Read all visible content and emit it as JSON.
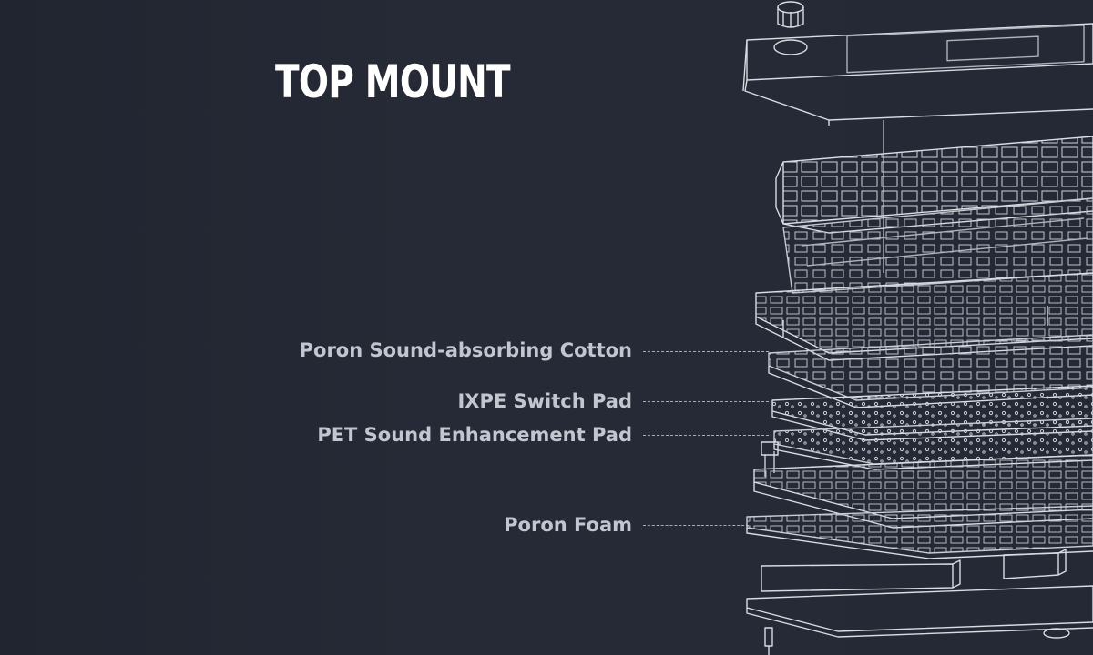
{
  "header": {
    "title": "TOP MOUNT"
  },
  "callouts": [
    {
      "label": "Poron Sound-absorbing Cotton"
    },
    {
      "label": "IXPE Switch Pad"
    },
    {
      "label": "PET Sound Enhancement Pad"
    },
    {
      "label": "Poron Foam"
    }
  ],
  "colors": {
    "background": "#232733",
    "title": "#ffffff",
    "callout_text": "#c2c6cf",
    "line_art": "#d9dce2"
  },
  "icons": [
    "exploded-keyboard-diagram"
  ]
}
